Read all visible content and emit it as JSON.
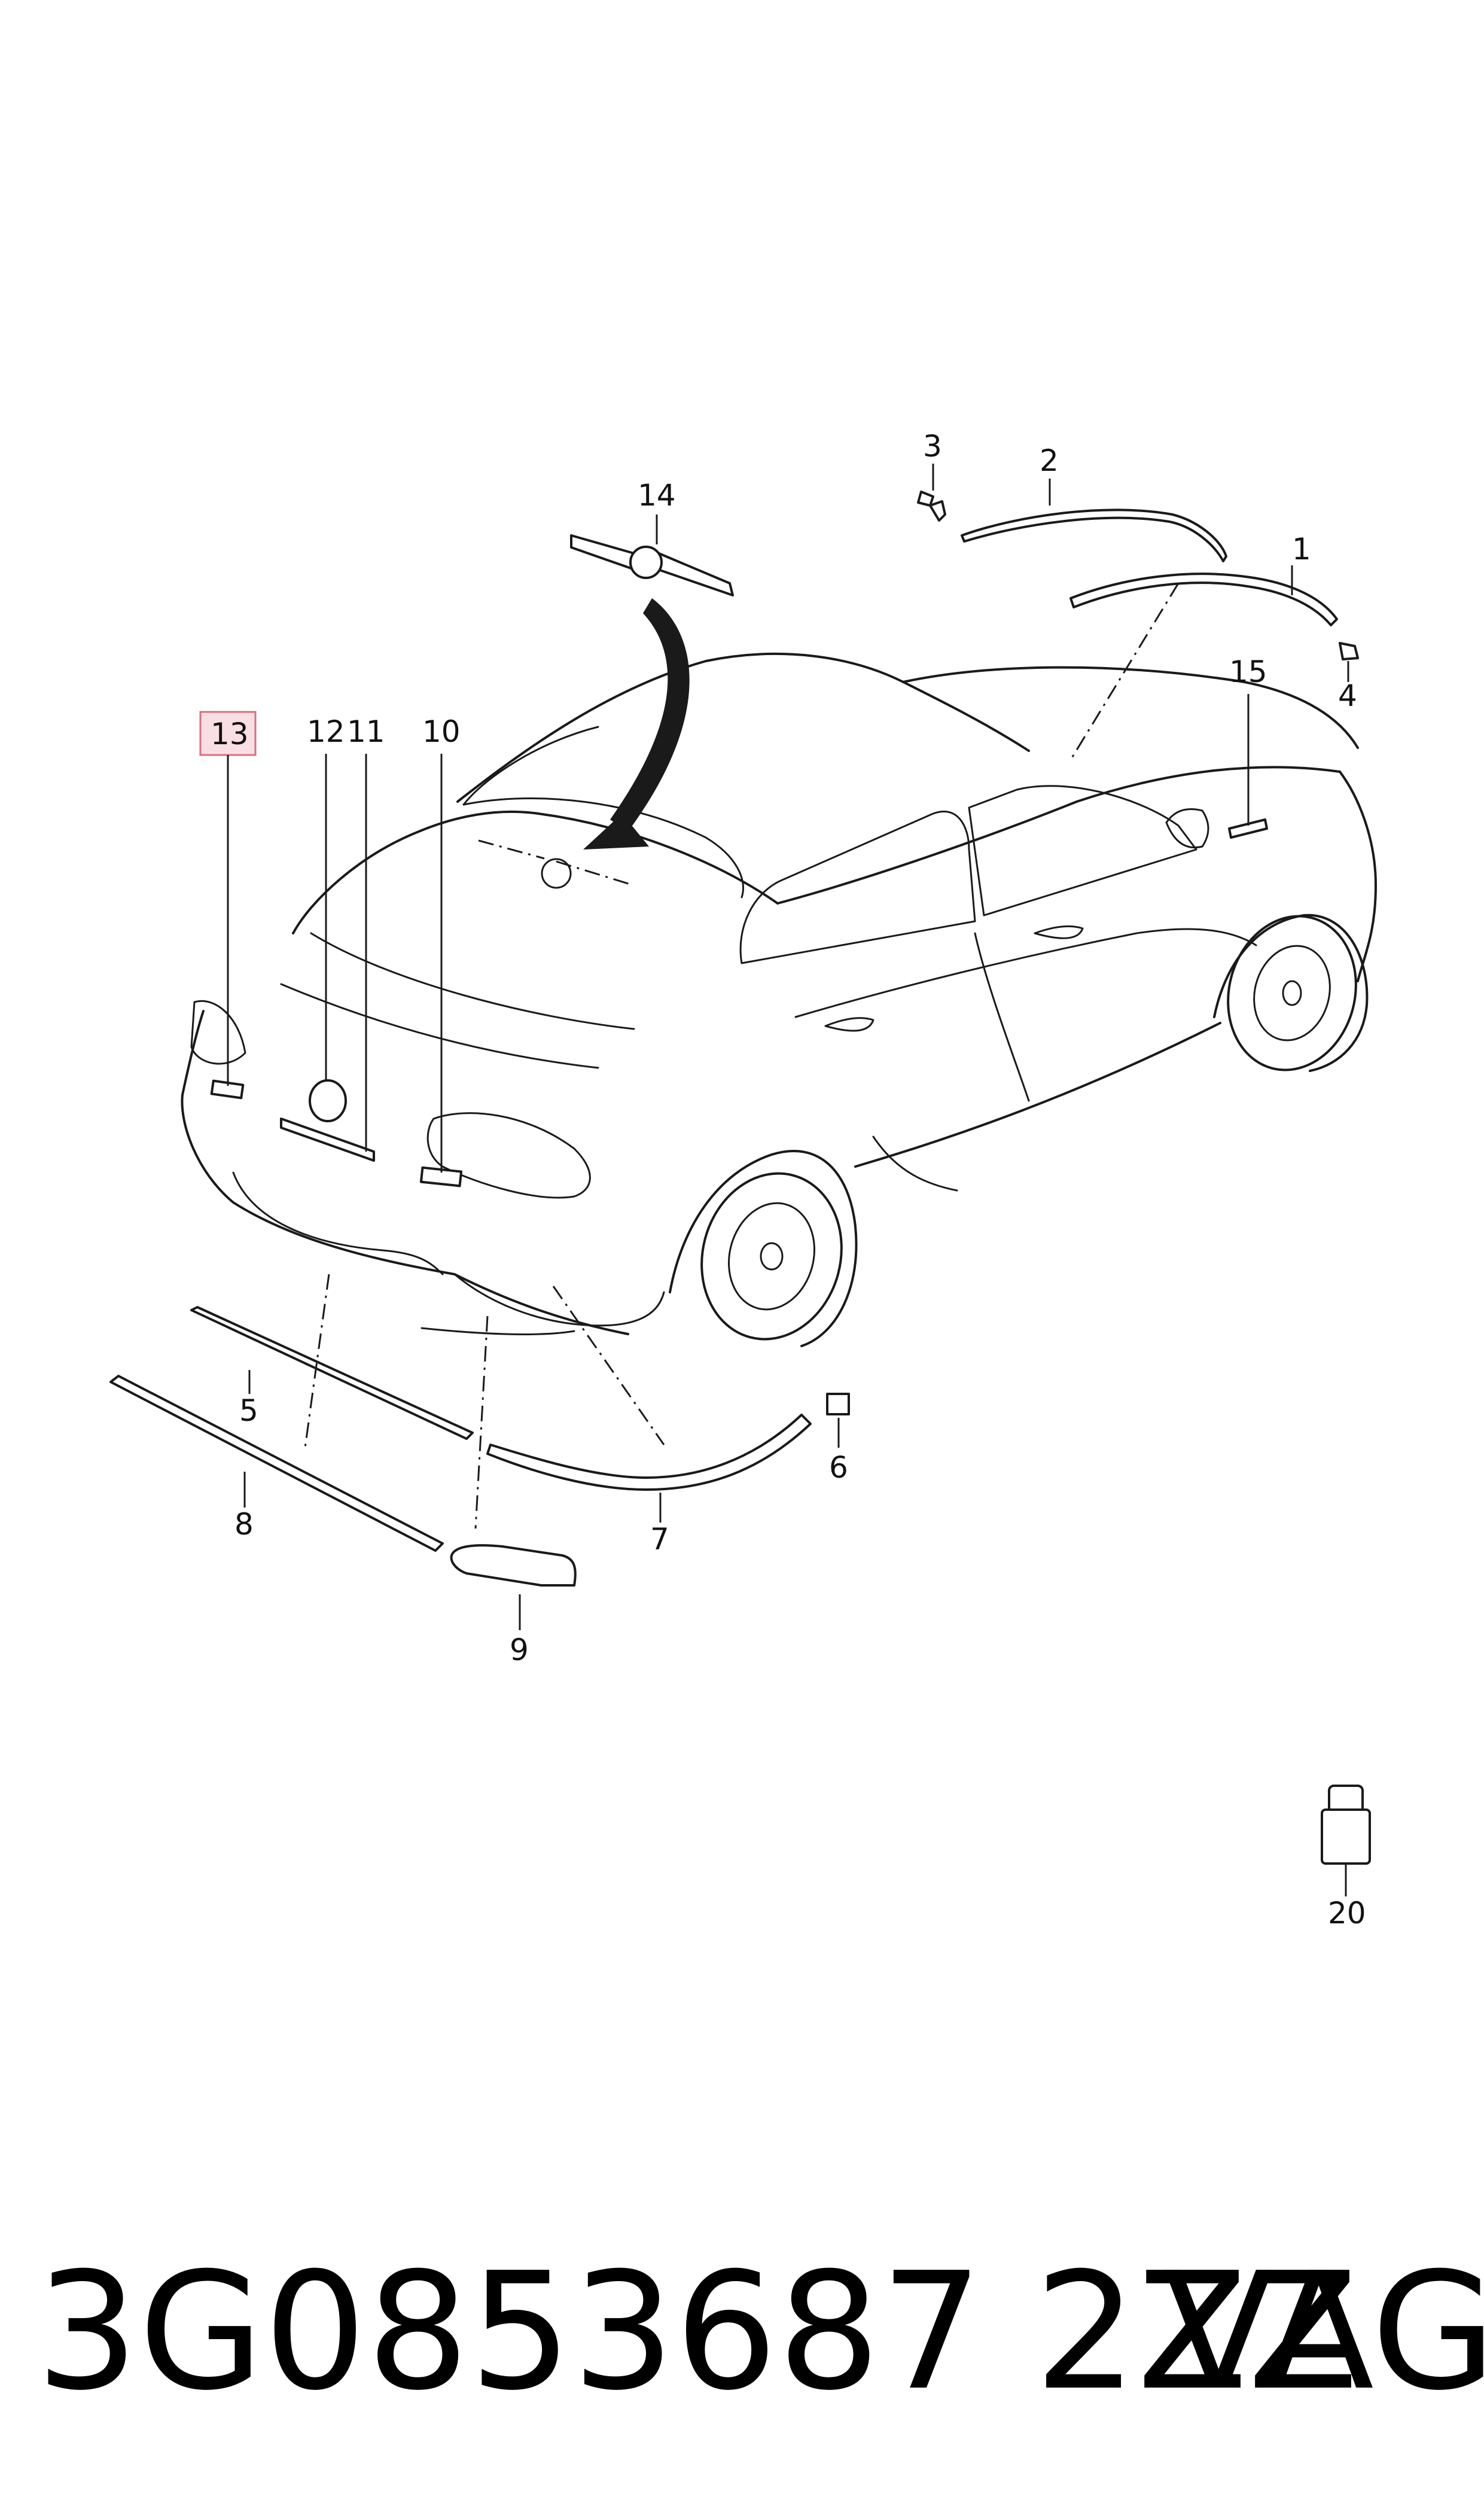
{
  "diagram": {
    "callouts": {
      "c1": "1",
      "c2": "2",
      "c3": "3",
      "c4": "4",
      "c5": "5",
      "c6": "6",
      "c7": "7",
      "c8": "8",
      "c9": "9",
      "c10": "10",
      "c11": "11",
      "c12": "12",
      "c13": "13",
      "c14": "14",
      "c15": "15",
      "c20": "20"
    },
    "highlighted_callout": "13",
    "highlight_color": "#f9dfe3",
    "highlight_border_color": "#d9707f"
  },
  "footer": {
    "part_number": "3G0853687 2ZZ",
    "brand": "VAG"
  }
}
